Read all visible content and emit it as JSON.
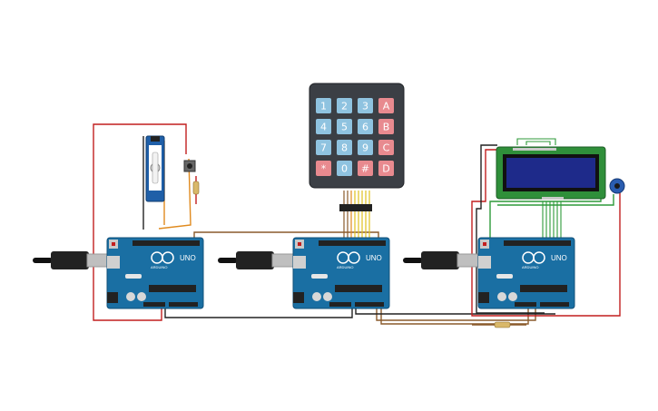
{
  "keypad": {
    "keys": [
      "1",
      "2",
      "3",
      "A",
      "4",
      "5",
      "6",
      "B",
      "7",
      "8",
      "9",
      "C",
      "*",
      "0",
      "#",
      "D"
    ]
  },
  "arduino": {
    "model_label": "UNO",
    "brand_label": "ARDUINO"
  },
  "colors": {
    "board": "#1a6fa3",
    "board_dark": "#12507a",
    "keypad_body": "#3b3f45",
    "key_number": "#8fc3e0",
    "key_letter": "#e88a8f",
    "lcd_screen": "#1e2a8a",
    "lcd_pcb": "#2f8f3a",
    "wire_red": "#c21f1f",
    "wire_black": "#222222",
    "wire_brown": "#8a5a2b",
    "wire_orange": "#e08a1e",
    "wire_green": "#2e9a3a",
    "potentiometer": "#2a5db0"
  }
}
